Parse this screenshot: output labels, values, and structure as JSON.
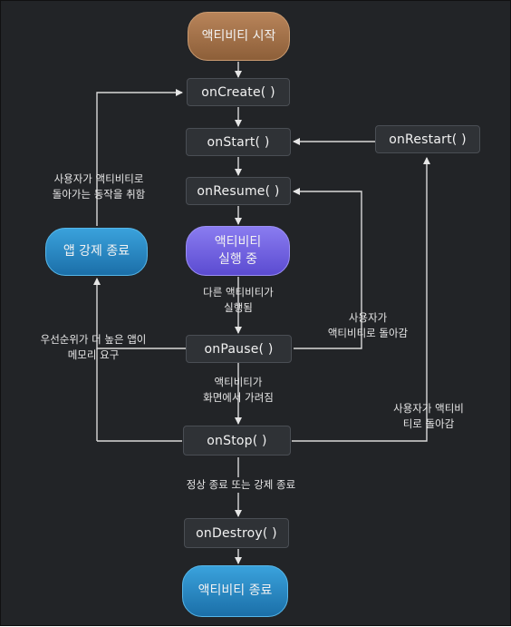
{
  "nodes": {
    "activity_start": "액티비티 시작",
    "on_create": "onCreate( )",
    "on_start": "onStart( )",
    "on_restart": "onRestart( )",
    "on_resume": "onResume( )",
    "running_line1": "액티비티",
    "running_line2": "실행 중",
    "app_killed": "앱 강제 종료",
    "on_pause": "onPause( )",
    "on_stop": "onStop( )",
    "on_destroy": "onDestroy( )",
    "activity_end": "액티비티 종료"
  },
  "labels": {
    "user_returns_1": "사용자가 액티비티로",
    "user_returns_2": "돌아가는 동작을 취함",
    "other_activity_1": "다른 액티비티가",
    "other_activity_2": "실행됨",
    "user_back_resume_1": "사용자가",
    "user_back_resume_2": "액티비티로 돌아감",
    "higher_priority_1": "우선순위가 더 높은 앱이",
    "higher_priority_2": "메모리 요구",
    "not_visible_1": "액티비티가",
    "not_visible_2": "화면에서 가려짐",
    "user_back_restart_1": "사용자가 액티비",
    "user_back_restart_2": "티로 돌아감",
    "finish": "정상 종료 또는 강제 종료"
  }
}
